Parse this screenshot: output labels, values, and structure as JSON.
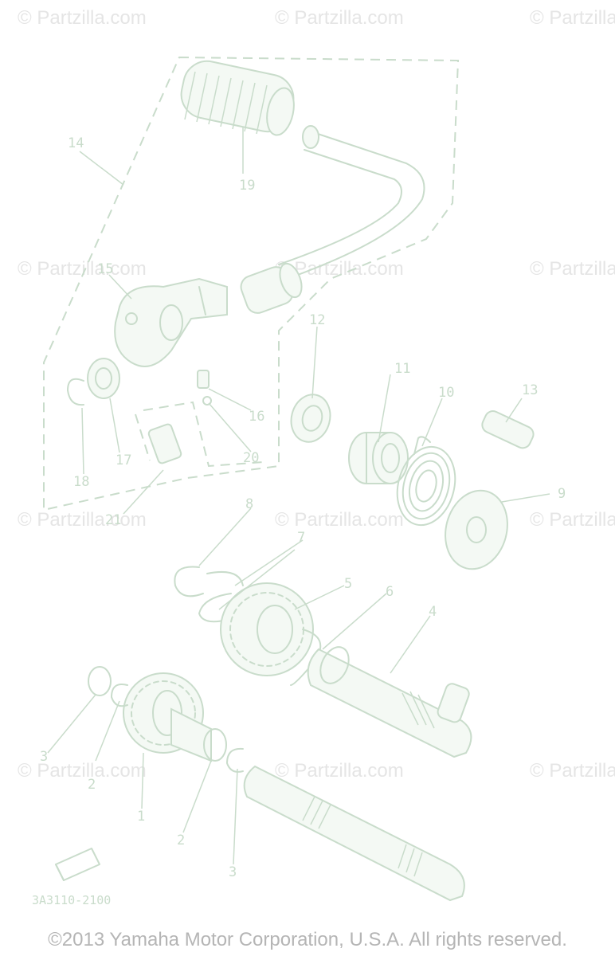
{
  "watermark_text": "© Partzilla.com",
  "watermarks": [
    "© Partzilla.com",
    "© Partzilla.com",
    "© Partzilla.com",
    "© Partzilla.com",
    "© Partzilla.com",
    "© Partzilla.com",
    "© Partzilla.com",
    "© Partzilla.com",
    "© Partzilla.com",
    "© Partzilla.com",
    "© Partzilla.com",
    "© Partzilla.com"
  ],
  "callouts": [
    "1",
    "2",
    "2",
    "3",
    "3",
    "4",
    "5",
    "6",
    "7",
    "8",
    "9",
    "10",
    "11",
    "12",
    "13",
    "14",
    "15",
    "16",
    "17",
    "18",
    "19",
    "20",
    "21"
  ],
  "diagram_code": "3A3110-2100",
  "copyright": "©2013 Yamaha Motor Corporation, U.S.A. All rights reserved.",
  "colors": {
    "line": "#c9dccb",
    "watermark": "#e5e5e5",
    "copyright": "#b5b5b5"
  }
}
